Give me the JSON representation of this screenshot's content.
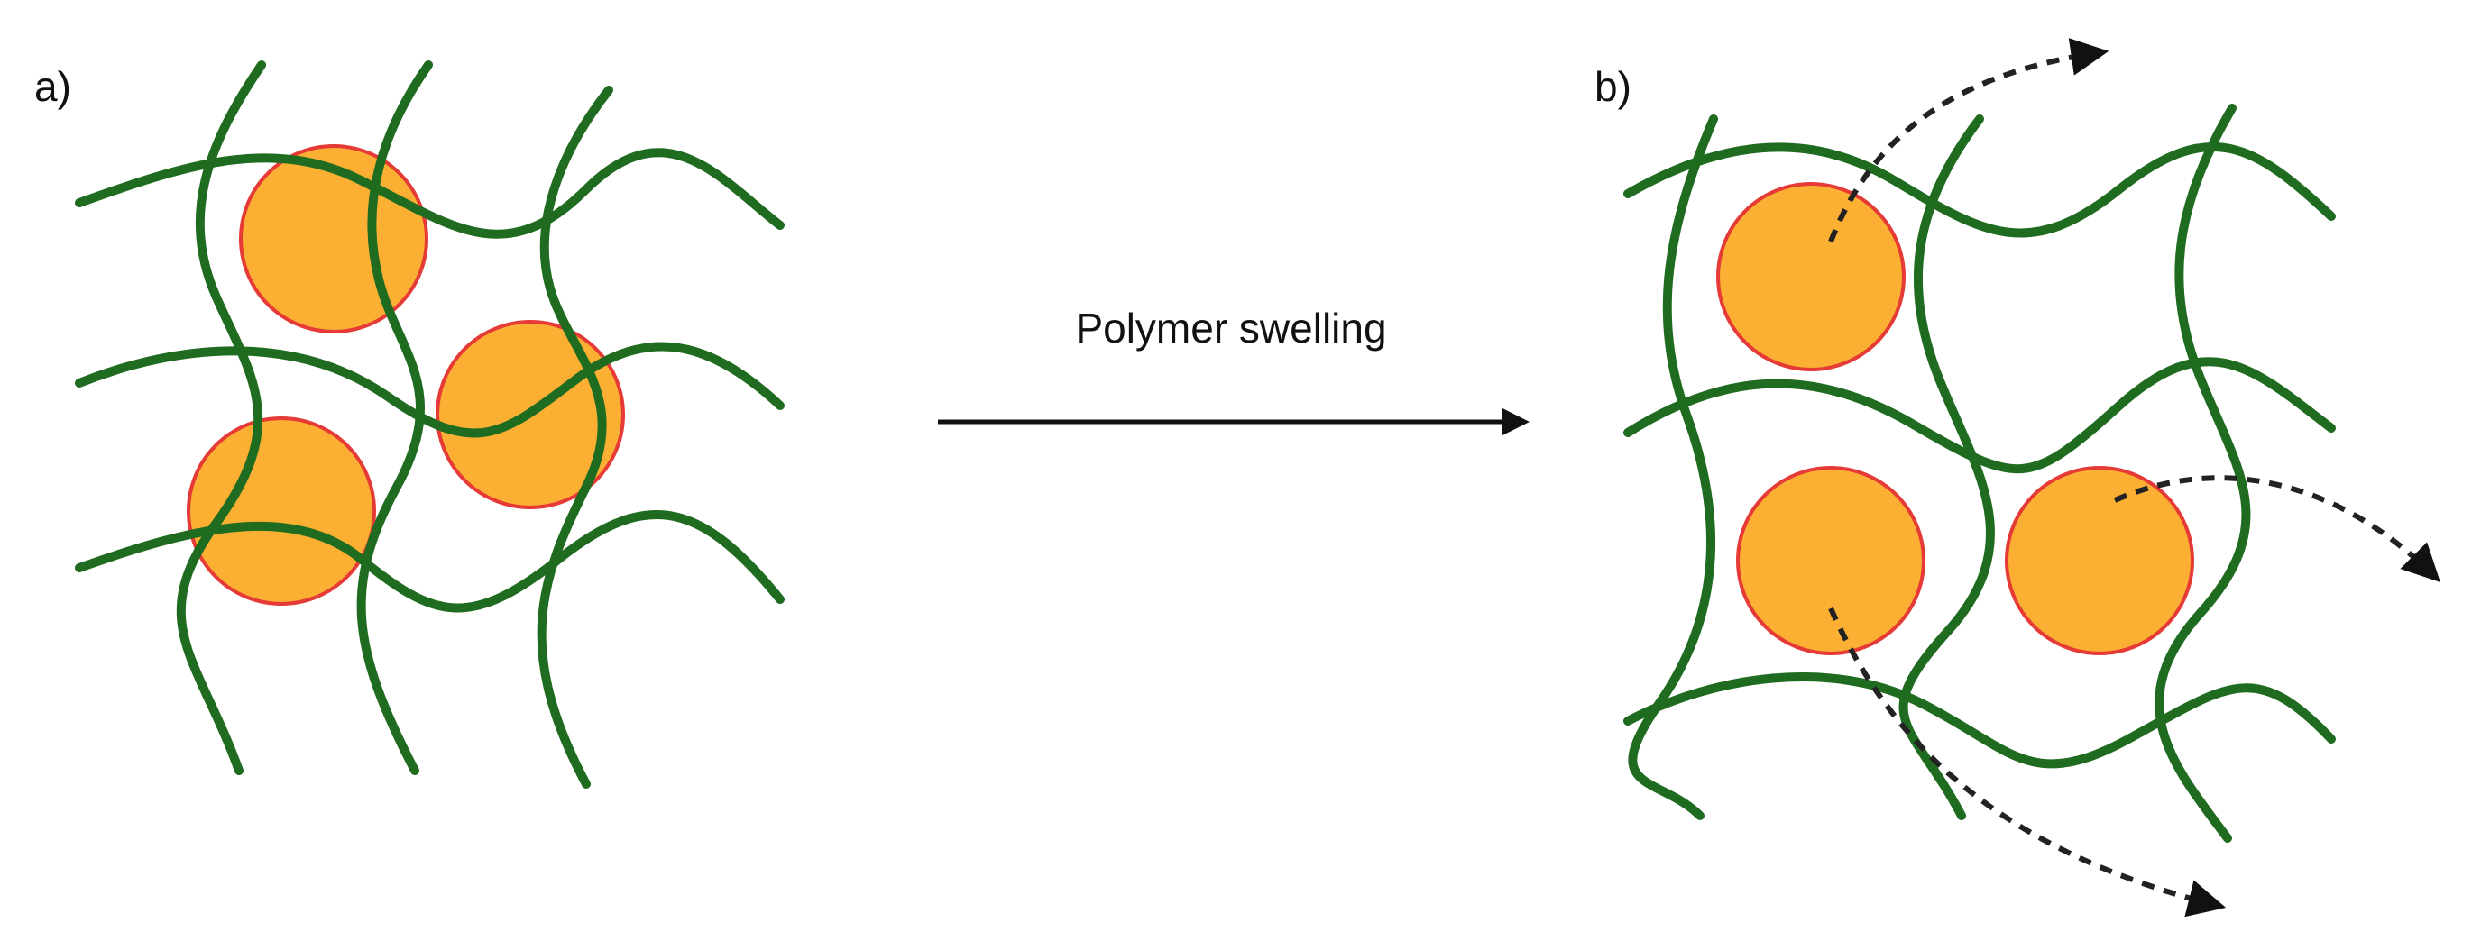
{
  "panels": {
    "a": {
      "label": "a)"
    },
    "b": {
      "label": "b)"
    }
  },
  "process_arrow": {
    "label": "Polymer swelling"
  },
  "colors": {
    "polymer_chain": "#1f6b1f",
    "particle_fill": "#fbb034",
    "particle_outline": "#e53a35",
    "arrow": "#111111",
    "release_path": "#222222"
  }
}
